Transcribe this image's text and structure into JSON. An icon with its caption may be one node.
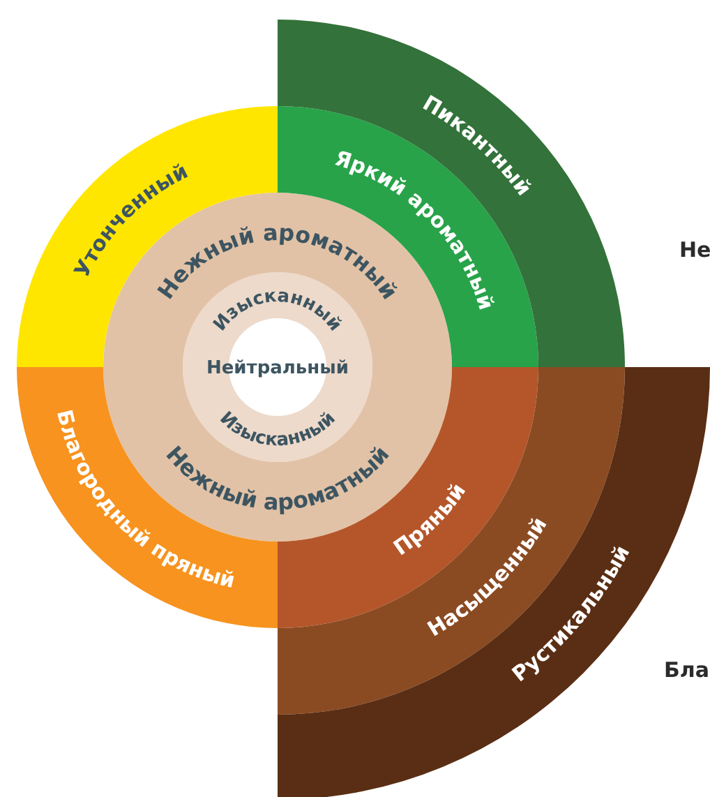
{
  "diagram": {
    "nodes": [
      {
        "text": [
          "Изысканный",
          "Нейтральный",
          "Изысканный"
        ],
        "in": 1
      },
      {
        "text": [
          "Нежный ароматный",
          "Нежный ароматный"
        ]
      },
      {
        "text": [
          "Утонченный"
        ]
      },
      {
        "text": [
          "Яркий ароматный"
        ]
      },
      {
        "text": [
          "Пикантный"
        ]
      },
      {
        "text": [
          "Благородный пряный"
        ]
      },
      {
        "text": [
          "Пряный"
        ]
      },
      {
        "text": [
          "Насыщенный"
        ]
      },
      {
        "text": [
          "Рустикальный"
        ]
      }
    ],
    "edges": [],
    "labels": [
      "Не",
      "Бла"
    ]
  }
}
